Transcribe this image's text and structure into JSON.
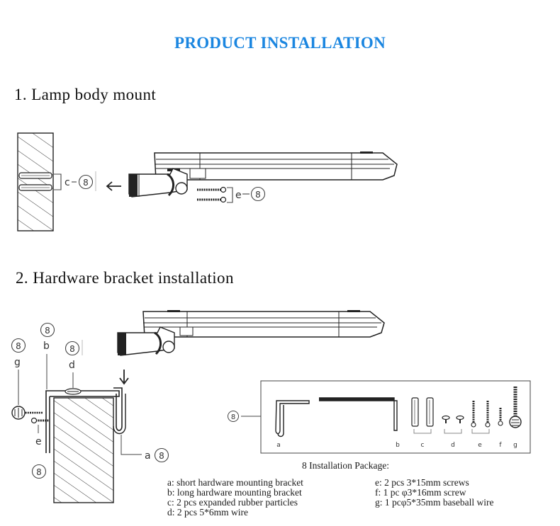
{
  "title": "PRODUCT INSTALLATION",
  "colors": {
    "title": "#1b86e0",
    "ink": "#222222",
    "body": "#ffffff"
  },
  "section1": {
    "heading": "1. Lamp body mount",
    "callout_c": "c",
    "callout_e": "e",
    "number": "8"
  },
  "section2": {
    "heading": "2. Hardware bracket installation",
    "labels": {
      "g": "g",
      "b": "b",
      "d": "d",
      "e": "e",
      "a": "a"
    },
    "number": "8"
  },
  "package": {
    "title": "8 Installation Package:",
    "number": "8",
    "item_letters": [
      "a",
      "b",
      "c",
      "d",
      "e",
      "f",
      "g"
    ],
    "legend_left": [
      "a: short hardware mounting bracket",
      "b: long hardware mounting bracket",
      "c: 2 pcs expanded rubber particles",
      "d: 2 pcs 5*6mm wire"
    ],
    "legend_right": [
      "e: 2 pcs 3*15mm screws",
      "f: 1 pc φ3*16mm screw",
      "g: 1 pcφ5*35mm baseball wire"
    ]
  }
}
